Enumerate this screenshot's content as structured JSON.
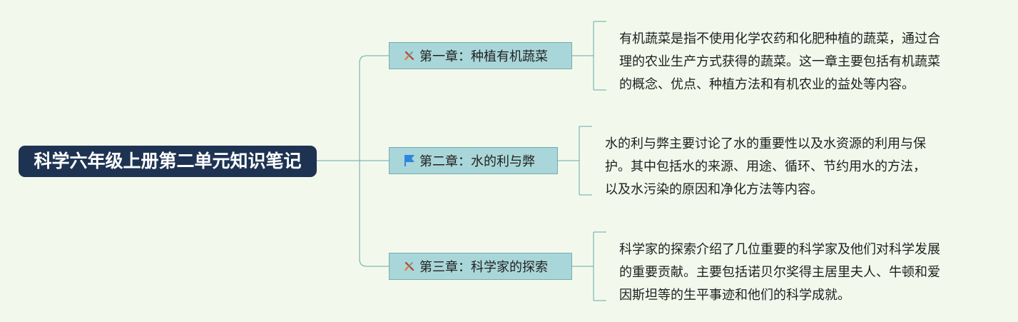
{
  "root": {
    "title": "科学六年级上册第二单元知识笔记"
  },
  "chapters": [
    {
      "icon": "tools-icon",
      "title": "第一章：种植有机蔬菜",
      "summary": [
        "有机蔬菜是指不使用化学农药和化肥种植的蔬菜，通过合",
        "理的农业生产方式获得的蔬菜。这一章主要包括有机蔬菜",
        "的概念、优点、种植方法和有机农业的益处等内容。"
      ]
    },
    {
      "icon": "flag-icon",
      "title": "第二章：水的利与弊",
      "summary": [
        "水的利与弊主要讨论了水的重要性以及水资源的利用与保",
        "护。其中包括水的来源、用途、循环、节约用水的方法，",
        "以及水污染的原因和净化方法等内容。"
      ]
    },
    {
      "icon": "tools-icon",
      "title": "第三章：科学家的探索",
      "summary": [
        "科学家的探索介绍了几位重要的科学家及他们对科学发展",
        "的重要贡献。主要包括诺贝尔奖得主居里夫人、牛顿和爱",
        "因斯坦等的生平事迹和他们的科学成就。"
      ]
    }
  ],
  "colors": {
    "background": "#f2f9ec",
    "root": "#1e3352",
    "topic": "#a9d6d9",
    "topic_border": "#74adb1",
    "line": "#6aa7aa",
    "flag": "#2e86de"
  }
}
